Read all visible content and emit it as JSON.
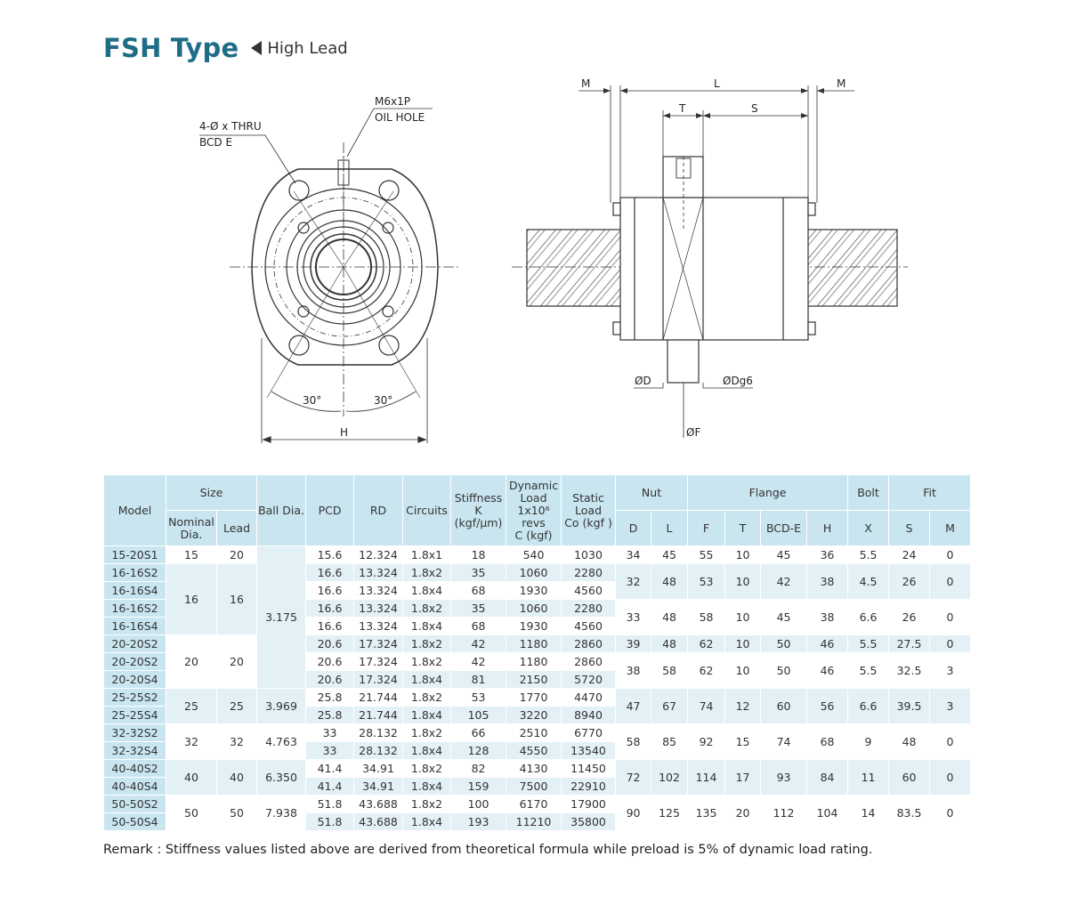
{
  "header": {
    "title": "FSH Type",
    "subtitle": "High Lead"
  },
  "drawing_labels": {
    "holes": "4-Ø x THRU",
    "bcd": "BCD E",
    "oil_1": "M6x1P",
    "oil_2": "OIL HOLE",
    "angle_left": "30°",
    "angle_right": "30°",
    "h": "H",
    "m_left": "M",
    "l": "L",
    "m_right": "M",
    "t": "T",
    "s": "S",
    "d": "ØD",
    "dg6": "ØDg6",
    "f": "ØF"
  },
  "table": {
    "headers": {
      "model": "Model",
      "size": "Size",
      "nominal": "Nominal Dia.",
      "lead": "Lead",
      "ball": "Ball Dia.",
      "pcd": "PCD",
      "rd": "RD",
      "circuits": "Circuits",
      "stiff_1": "Stiffness",
      "stiff_2": "K",
      "stiff_3": "(kgf/μm)",
      "dyn_1": "Dynamic",
      "dyn_2": "Load",
      "dyn_3": "1x10⁶ revs",
      "dyn_4": "C (kgf)",
      "stat_1": "Static",
      "stat_2": "Load",
      "stat_3": "Co (kgf )",
      "nut": "Nut",
      "flange": "Flange",
      "bolt": "Bolt",
      "fit": "Fit",
      "n_d": "D",
      "n_l": "L",
      "f_f": "F",
      "f_t": "T",
      "f_bcd": "BCD-E",
      "f_h": "H",
      "b_x": "X",
      "fit_s": "S",
      "fit_m": "M"
    },
    "rows": [
      [
        "15-20S1",
        "15.6",
        "12.324",
        "1.8x1",
        "18",
        "540",
        "1030"
      ],
      [
        "16-16S2",
        "16.6",
        "13.324",
        "1.8x2",
        "35",
        "1060",
        "2280"
      ],
      [
        "16-16S4",
        "16.6",
        "13.324",
        "1.8x4",
        "68",
        "1930",
        "4560"
      ],
      [
        "16-16S2",
        "16.6",
        "13.324",
        "1.8x2",
        "35",
        "1060",
        "2280"
      ],
      [
        "16-16S4",
        "16.6",
        "13.324",
        "1.8x4",
        "68",
        "1930",
        "4560"
      ],
      [
        "20-20S2",
        "20.6",
        "17.324",
        "1.8x2",
        "42",
        "1180",
        "2860"
      ],
      [
        "20-20S2",
        "20.6",
        "17.324",
        "1.8x2",
        "42",
        "1180",
        "2860"
      ],
      [
        "20-20S4",
        "20.6",
        "17.324",
        "1.8x4",
        "81",
        "2150",
        "5720"
      ],
      [
        "25-25S2",
        "25.8",
        "21.744",
        "1.8x2",
        "53",
        "1770",
        "4470"
      ],
      [
        "25-25S4",
        "25.8",
        "21.744",
        "1.8x4",
        "105",
        "3220",
        "8940"
      ],
      [
        "32-32S2",
        "33",
        "28.132",
        "1.8x2",
        "66",
        "2510",
        "6770"
      ],
      [
        "32-32S4",
        "33",
        "28.132",
        "1.8x4",
        "128",
        "4550",
        "13540"
      ],
      [
        "40-40S2",
        "41.4",
        "34.91",
        "1.8x2",
        "82",
        "4130",
        "11450"
      ],
      [
        "40-40S4",
        "41.4",
        "34.91",
        "1.8x4",
        "159",
        "7500",
        "22910"
      ],
      [
        "50-50S2",
        "51.8",
        "43.688",
        "1.8x2",
        "100",
        "6170",
        "17900"
      ],
      [
        "50-50S4",
        "51.8",
        "43.688",
        "1.8x4",
        "193",
        "11210",
        "35800"
      ]
    ],
    "size_groups": [
      {
        "nominal": "15",
        "lead": "20"
      },
      {
        "nominal": "16",
        "lead": "16"
      },
      {
        "nominal": "20",
        "lead": "20"
      },
      {
        "nominal": "25",
        "lead": "25"
      },
      {
        "nominal": "32",
        "lead": "32"
      },
      {
        "nominal": "40",
        "lead": "40"
      },
      {
        "nominal": "50",
        "lead": "50"
      }
    ],
    "ball_groups": [
      "3.175",
      "3.969",
      "4.763",
      "6.350",
      "7.938"
    ],
    "dim_groups": [
      [
        "34",
        "45",
        "55",
        "10",
        "45",
        "36",
        "5.5",
        "24",
        "0"
      ],
      [
        "32",
        "48",
        "53",
        "10",
        "42",
        "38",
        "4.5",
        "26",
        "0"
      ],
      [
        "33",
        "48",
        "58",
        "10",
        "45",
        "38",
        "6.6",
        "26",
        "0"
      ],
      [
        "39",
        "48",
        "62",
        "10",
        "50",
        "46",
        "5.5",
        "27.5",
        "0"
      ],
      [
        "38",
        "58",
        "62",
        "10",
        "50",
        "46",
        "5.5",
        "32.5",
        "3"
      ],
      [
        "47",
        "67",
        "74",
        "12",
        "60",
        "56",
        "6.6",
        "39.5",
        "3"
      ],
      [
        "58",
        "85",
        "92",
        "15",
        "74",
        "68",
        "9",
        "48",
        "0"
      ],
      [
        "72",
        "102",
        "114",
        "17",
        "93",
        "84",
        "11",
        "60",
        "0"
      ],
      [
        "90",
        "125",
        "135",
        "20",
        "112",
        "104",
        "14",
        "83.5",
        "0"
      ]
    ]
  },
  "remark": "Remark : Stiffness values listed above are derived from theoretical formula while preload is 5% of dynamic load rating."
}
